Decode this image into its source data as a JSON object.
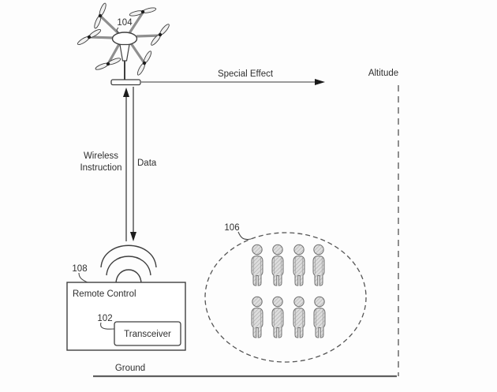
{
  "figure": {
    "references": {
      "drone": "104",
      "crowd": "106",
      "remote_control": "108",
      "transceiver": "102"
    },
    "labels": {
      "special_effect": "Special Effect",
      "altitude": "Altitude",
      "wireless_instruction_line1": "Wireless",
      "wireless_instruction_line2": "Instruction",
      "data": "Data",
      "remote_control": "Remote Control",
      "transceiver": "Transceiver",
      "ground": "Ground"
    },
    "colors": {
      "ink": "#3f3f3f",
      "line_gray": "#5f5f5f",
      "person_fill": "#dedede",
      "person_hatch": "#adadad",
      "background": "#fdfdfd"
    },
    "crowd": {
      "rows": 2,
      "columns": 4,
      "count": 8
    }
  }
}
